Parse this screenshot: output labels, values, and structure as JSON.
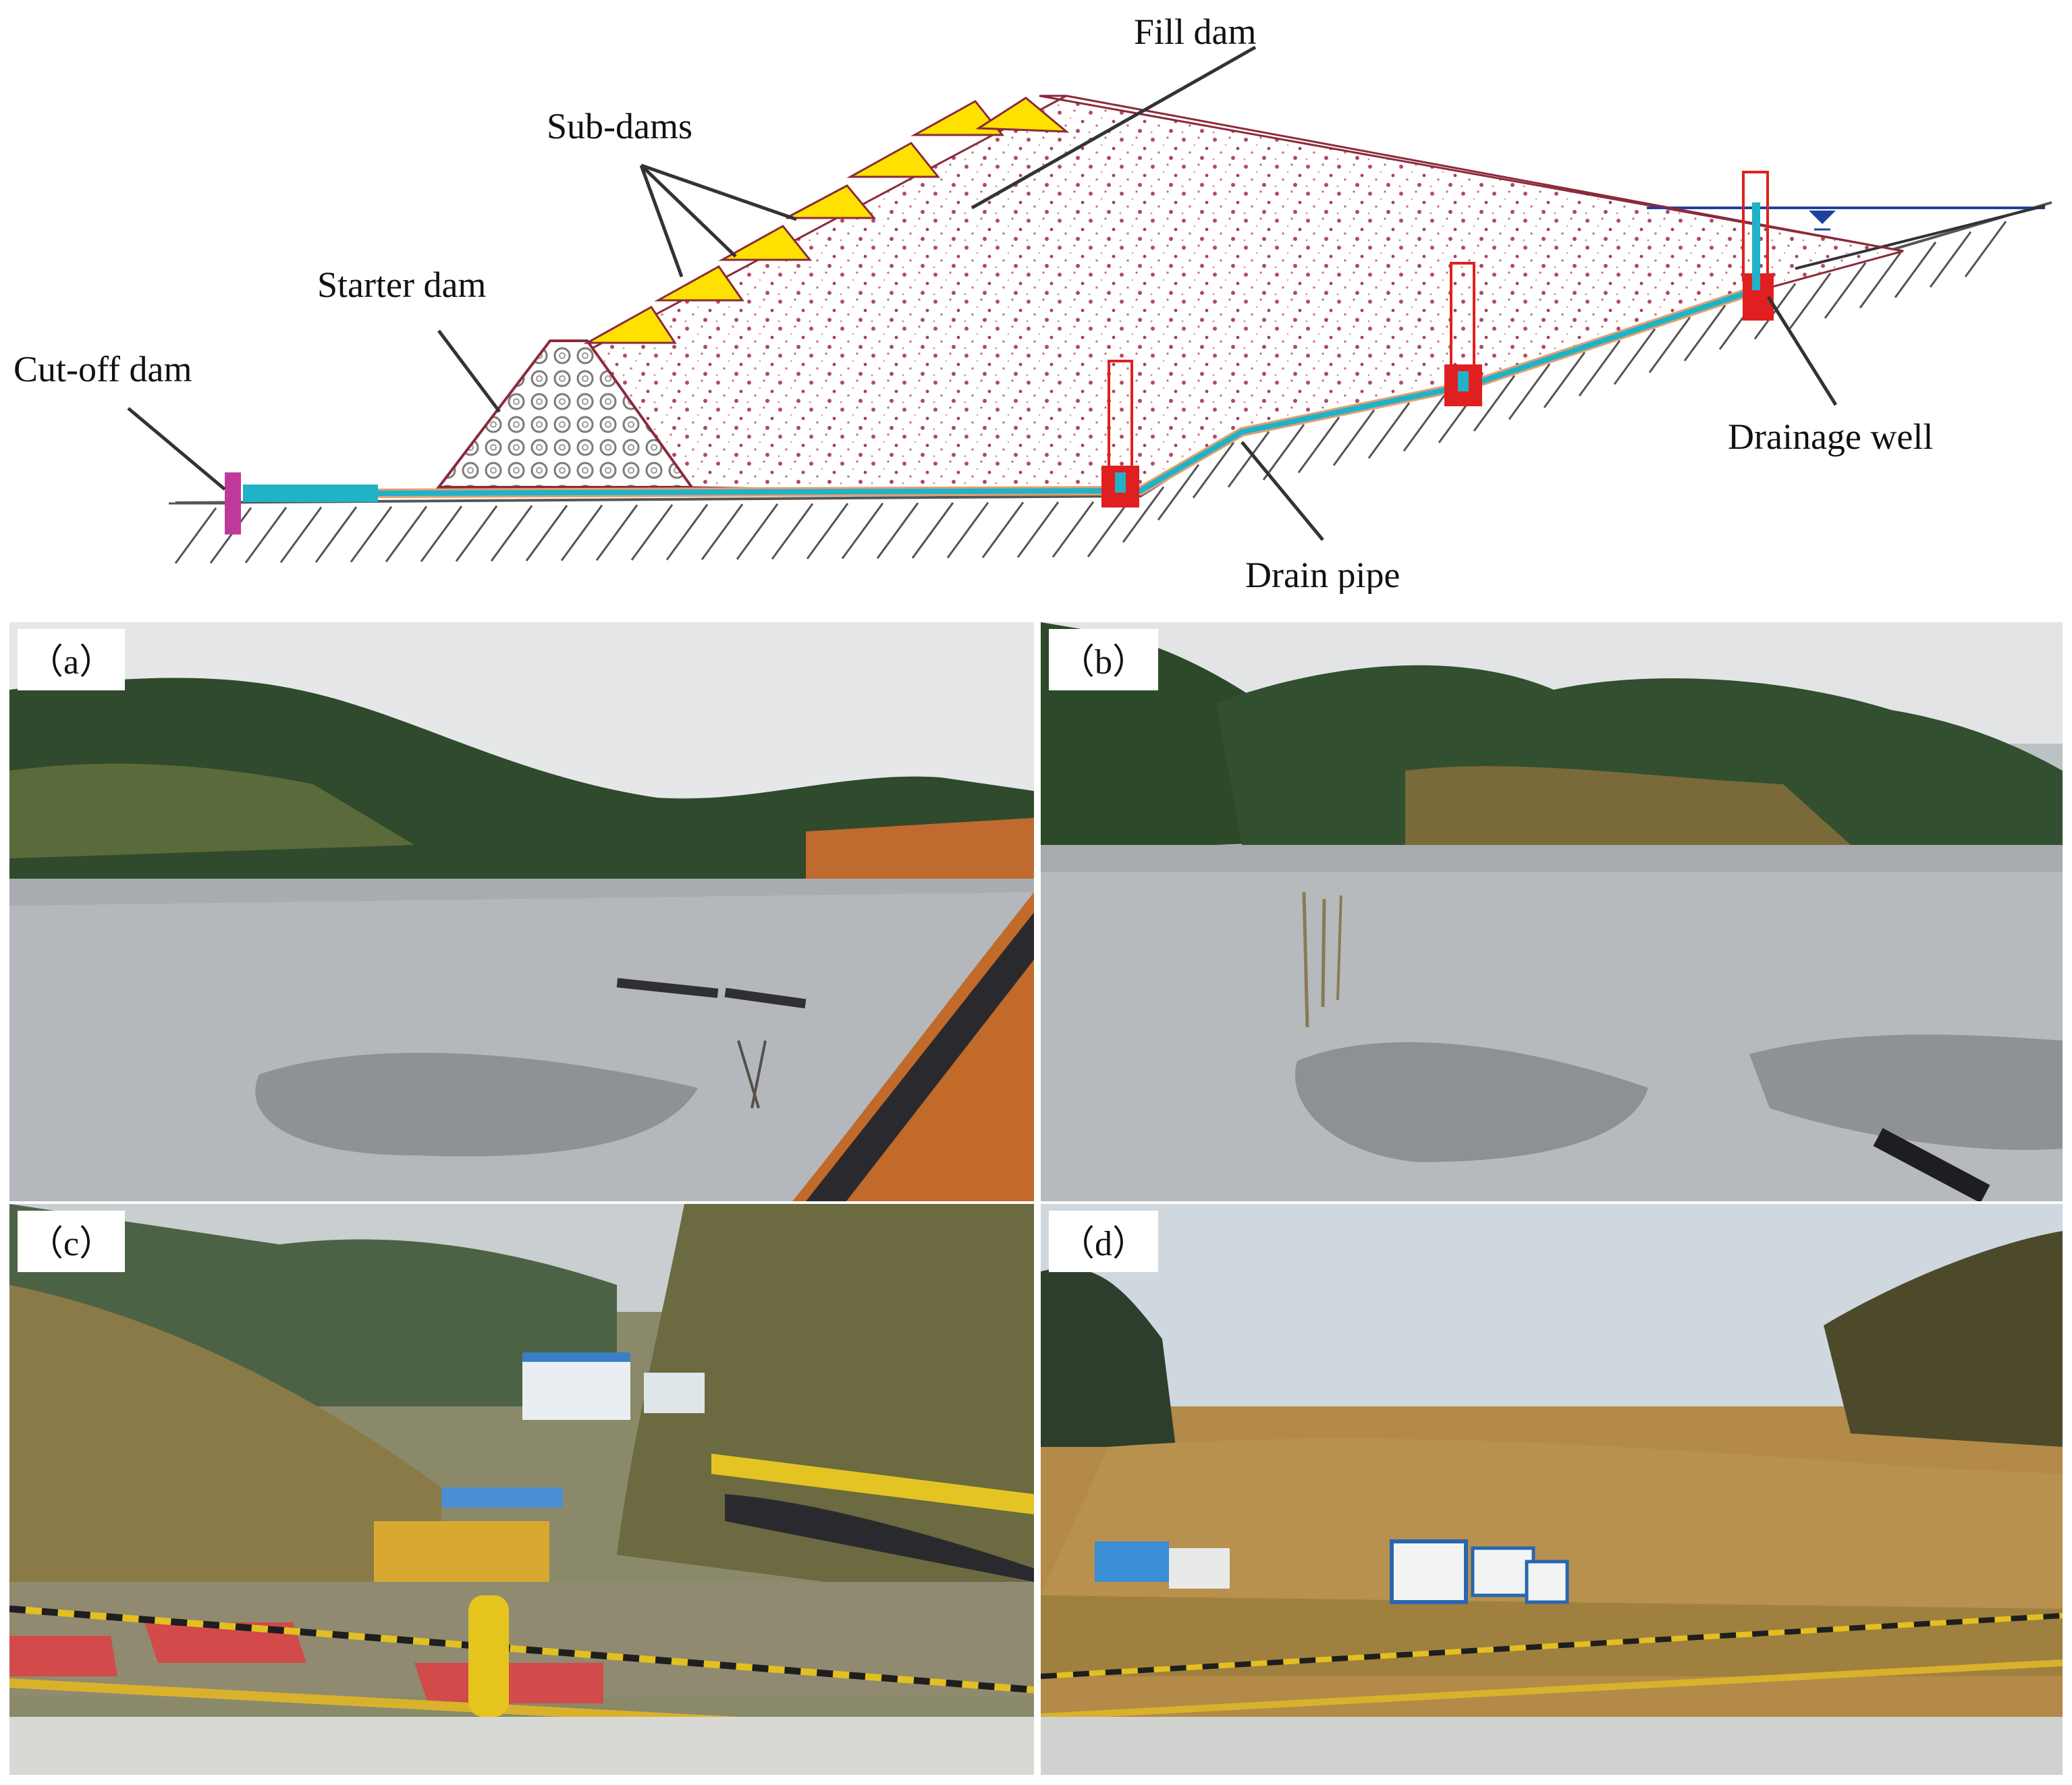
{
  "diagram": {
    "labels": {
      "fill_dam": "Fill dam",
      "sub_dams": "Sub-dams",
      "starter_dam": "Starter dam",
      "cutoff_dam": "Cut-off dam",
      "drainage_well": "Drainage well",
      "drain_pipe": "Drain pipe"
    },
    "colors": {
      "sub_dam_fill": "#ffe100",
      "outline": "#8b2a3a",
      "drain_pipe": "#1fb2c8",
      "well": "#e02020",
      "cutoff": "#c0399a",
      "water_line": "#2040a0"
    }
  },
  "photos": [
    {
      "letter": "（a）"
    },
    {
      "letter": "（b）"
    },
    {
      "letter": "（c）"
    },
    {
      "letter": "（d）"
    }
  ]
}
